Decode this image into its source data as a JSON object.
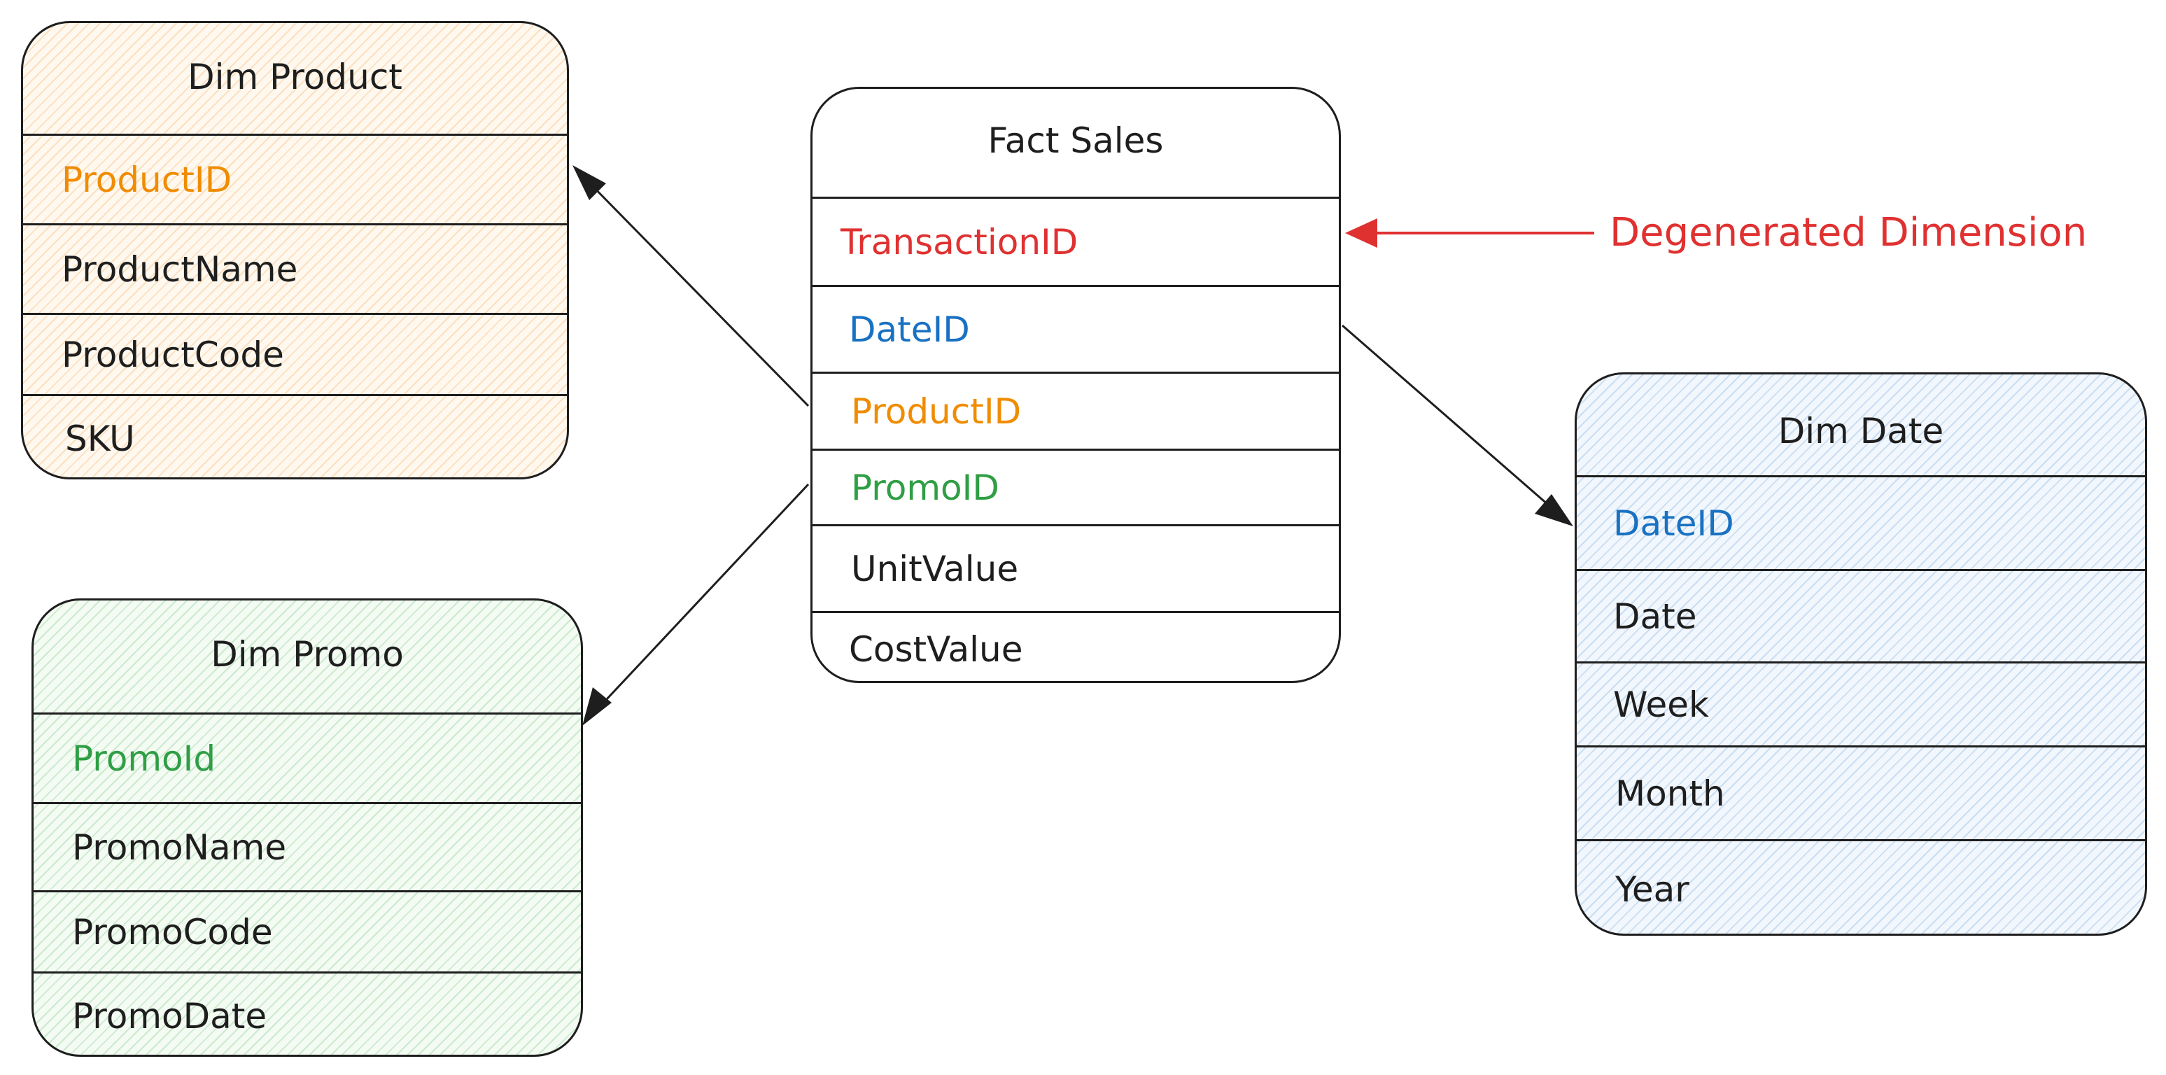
{
  "colors": {
    "ink": "#1e1e1e",
    "product_key": "#f08c00",
    "date_key": "#1971c2",
    "promo_key": "#2f9e44",
    "degenerate": "#e03131"
  },
  "dim_product": {
    "title": "Dim Product",
    "fields": [
      {
        "name": "ProductID",
        "color": "#f08c00"
      },
      {
        "name": "ProductName",
        "color": "#1e1e1e"
      },
      {
        "name": "ProductCode",
        "color": "#1e1e1e"
      },
      {
        "name": "SKU",
        "color": "#1e1e1e"
      }
    ]
  },
  "dim_promo": {
    "title": "Dim Promo",
    "fields": [
      {
        "name": "PromoId",
        "color": "#2f9e44"
      },
      {
        "name": "PromoName",
        "color": "#1e1e1e"
      },
      {
        "name": "PromoCode",
        "color": "#1e1e1e"
      },
      {
        "name": "PromoDate",
        "color": "#1e1e1e"
      }
    ]
  },
  "fact_sales": {
    "title": "Fact Sales",
    "fields": [
      {
        "name": "TransactionID",
        "color": "#e03131"
      },
      {
        "name": "DateID",
        "color": "#1971c2"
      },
      {
        "name": "ProductID",
        "color": "#f08c00"
      },
      {
        "name": "PromoID",
        "color": "#2f9e44"
      },
      {
        "name": "UnitValue",
        "color": "#1e1e1e"
      },
      {
        "name": "CostValue",
        "color": "#1e1e1e"
      }
    ]
  },
  "dim_date": {
    "title": "Dim Date",
    "fields": [
      {
        "name": "DateID",
        "color": "#1971c2"
      },
      {
        "name": "Date",
        "color": "#1e1e1e"
      },
      {
        "name": "Week",
        "color": "#1e1e1e"
      },
      {
        "name": "Month",
        "color": "#1e1e1e"
      },
      {
        "name": "Year",
        "color": "#1e1e1e"
      }
    ]
  },
  "annotation": {
    "label": "Degenerated Dimension"
  }
}
